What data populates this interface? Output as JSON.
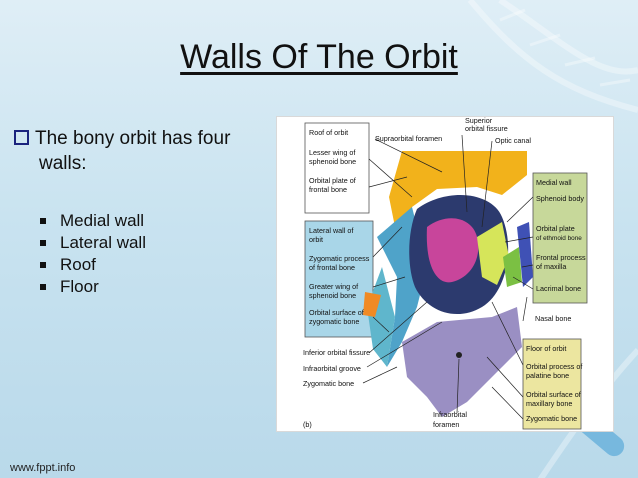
{
  "slide": {
    "title": "Walls Of The Orbit",
    "lead_line1": "The bony orbit has four",
    "lead_line2": "walls:",
    "items": [
      "Medial wall",
      "Lateral wall",
      "Roof",
      "Floor"
    ],
    "footer": "www.fppt.info"
  },
  "figure": {
    "labels": {
      "roof_of_orbit": "Roof of orbit",
      "lesser_wing_1": "Lesser wing of",
      "lesser_wing_2": "sphenoid bone",
      "orbital_plate_frontal_1": "Orbital plate of",
      "orbital_plate_frontal_2": "frontal bone",
      "supraorbital_foramen": "Supraorbital foramen",
      "superior_fissure_1": "Superior",
      "superior_fissure_2": "orbital fissure",
      "optic_canal": "Optic canal",
      "medial_wall": "Medial wall",
      "sphenoid_body": "Sphenoid body",
      "orbital_plate_ethmoid_1": "Orbital plate",
      "orbital_plate_ethmoid_2": "of ethmoid bone",
      "frontal_process_maxilla_1": "Frontal process",
      "frontal_process_maxilla_2": "of maxilla",
      "lacrimal_bone": "Lacrimal bone",
      "lateral_wall_1": "Lateral wall of",
      "lateral_wall_2": "orbit",
      "zygomatic_process_1": "Zygomatic process",
      "zygomatic_process_2": "of frontal bone",
      "greater_wing_1": "Greater wing of",
      "greater_wing_2": "sphenoid bone",
      "orbital_surface_zygomatic_1": "Orbital surface of",
      "orbital_surface_zygomatic_2": "zygomatic bone",
      "nasal_bone": "Nasal bone",
      "inferior_fissure": "Inferior orbital fissure",
      "infraorbital_groove": "Infraorbital groove",
      "zygomatic_bone_left": "Zygomatic bone",
      "floor_of_orbit": "Floor of orbit",
      "orbital_process_palatine_1": "Orbital process of",
      "orbital_process_palatine_2": "palatine bone",
      "orbital_surface_maxillary_1": "Orbital surface of",
      "orbital_surface_maxillary_2": "maxillary bone",
      "zygomatic_bone_right": "Zygomatic bone",
      "infraorbital_foramen_1": "Infraorbital",
      "infraorbital_foramen_2": "foramen",
      "panel": "(b)"
    },
    "colors": {
      "frontal": "#f2b21b",
      "sphenoid_greater": "#4fa3c9",
      "sphenoid_lesser": "#c8459b",
      "ethmoid": "#d6e55a",
      "maxilla": "#9a8fc3",
      "zygomatic": "#5fb6cc",
      "lacrimal": "#7bc043",
      "nasal": "#3f51b5",
      "cavity": "#2c3a6e",
      "orange": "#f08a24",
      "box_blue": "#a9d6e8",
      "box_green": "#c7d89a",
      "box_yellow": "#ece6a0"
    }
  }
}
